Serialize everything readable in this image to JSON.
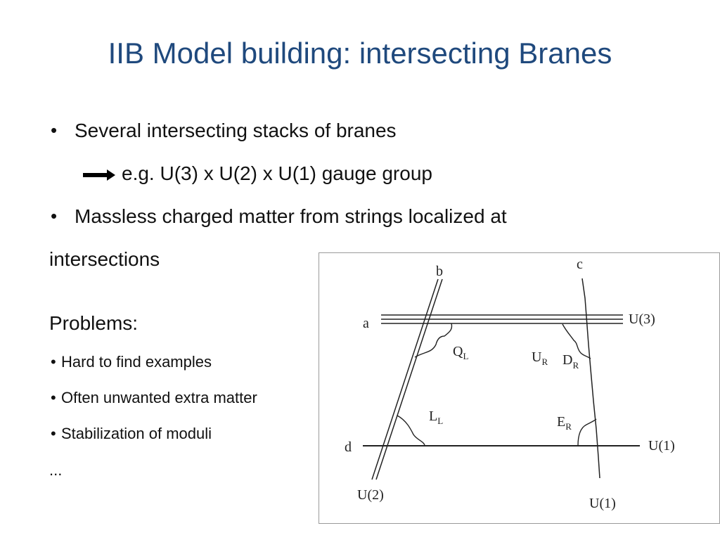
{
  "slide": {
    "title": "IIB Model building: intersecting Branes",
    "bullet_symbol": "•",
    "bullet1": "Several intersecting stacks of branes",
    "arrow_line": "e.g. U(3) x U(2) x U(1) gauge group",
    "bullet2_line1": "Massless charged matter from strings localized at",
    "bullet2_line2": "intersections",
    "problems_heading": "Problems:",
    "problems": [
      "Hard to find examples",
      "Often unwanted extra matter",
      "Stabilization of moduli"
    ],
    "ellipsis": "..."
  },
  "diagram": {
    "brane_b": "b",
    "brane_c": "c",
    "brane_a": "a",
    "brane_d": "d",
    "label_u3": "U(3)",
    "label_u1_right": "U(1)",
    "label_u2": "U(2)",
    "label_u1_bottom": "U(1)",
    "q": "Q",
    "q_sub": "L",
    "u": "U",
    "u_sub": "R",
    "dr": "D",
    "dr_sub": "R",
    "l": "L",
    "l_sub": "L",
    "e": "E",
    "e_sub": "R"
  }
}
